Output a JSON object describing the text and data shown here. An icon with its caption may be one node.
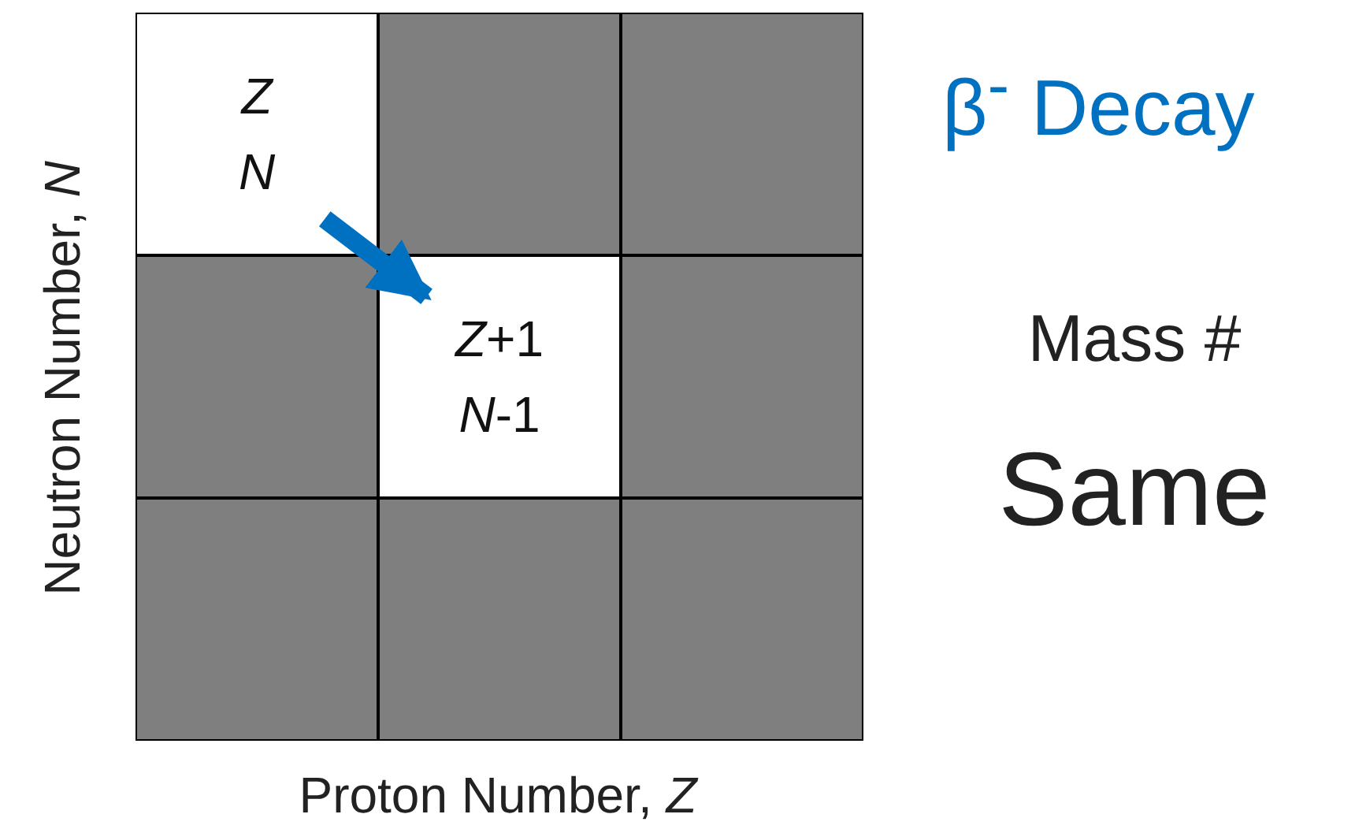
{
  "diagram": {
    "title": "β$^{-}$ Decay",
    "nodes": [
      {
        "text": [
          "*Z*",
          "*N*"
        ]
      },
      {
        "text": [],
        "shape": "box"
      },
      {
        "text": [],
        "shape": "box"
      },
      {
        "text": [],
        "shape": "box"
      },
      {
        "text": [
          "*Z*+1",
          "*N*-1"
        ]
      },
      {
        "text": [],
        "shape": "box"
      },
      {
        "text": [],
        "shape": "box"
      },
      {
        "text": [],
        "shape": "box"
      },
      {
        "text": [],
        "shape": "box"
      }
    ],
    "edges": [
      {
        "from": 0,
        "to": 4,
        "arrow": "to",
        "color": "#0070c0"
      }
    ],
    "labels": [
      "Neutron Number, *N*",
      "Mass #",
      "Same",
      "Proton Number, *Z*"
    ]
  }
}
